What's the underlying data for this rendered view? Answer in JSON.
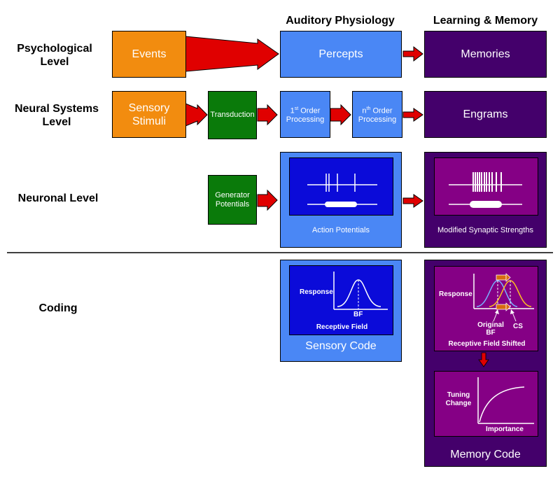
{
  "column_headers": {
    "auditory_physiology": "Auditory Physiology",
    "learning_memory": "Learning & Memory"
  },
  "row_labels": {
    "psychological": "Psychological Level",
    "neural_systems": "Neural Systems Level",
    "neuronal": "Neuronal Level",
    "coding": "Coding"
  },
  "boxes": {
    "events": "Events",
    "percepts": "Percepts",
    "memories": "Memories",
    "sensory_stimuli": "Sensory Stimuli",
    "transduction": "Transduction",
    "first_order_num": "1",
    "first_order_sup": "st",
    "first_order_rest": " Order Processing",
    "nth_order_num": "n",
    "nth_order_sup": "th",
    "nth_order_rest": " Order Processing",
    "engrams": "Engrams",
    "generator_potentials": "Generator Potentials",
    "action_potentials": "Action Potentials",
    "modified_synaptic_strengths": "Modified Synaptic Strengths"
  },
  "sensory_code": {
    "response_label": "Response",
    "bf_label": "BF",
    "caption": "Receptive Field",
    "title": "Sensory Code"
  },
  "memory_code": {
    "response_label": "Response",
    "original_bf_label": "Original BF",
    "cs_label": "CS",
    "shift_caption": "Receptive Field Shifted",
    "tuning_change_label": "Tuning Change",
    "importance_label": "Importance",
    "title": "Memory Code"
  },
  "colors": {
    "orange": "#f28c0f",
    "light_blue": "#4a87f5",
    "deep_blue": "#0b0bd9",
    "dark_purple": "#44006b",
    "magenta": "#850085",
    "green": "#0a7a0a",
    "arrow_red": "#e00000"
  }
}
